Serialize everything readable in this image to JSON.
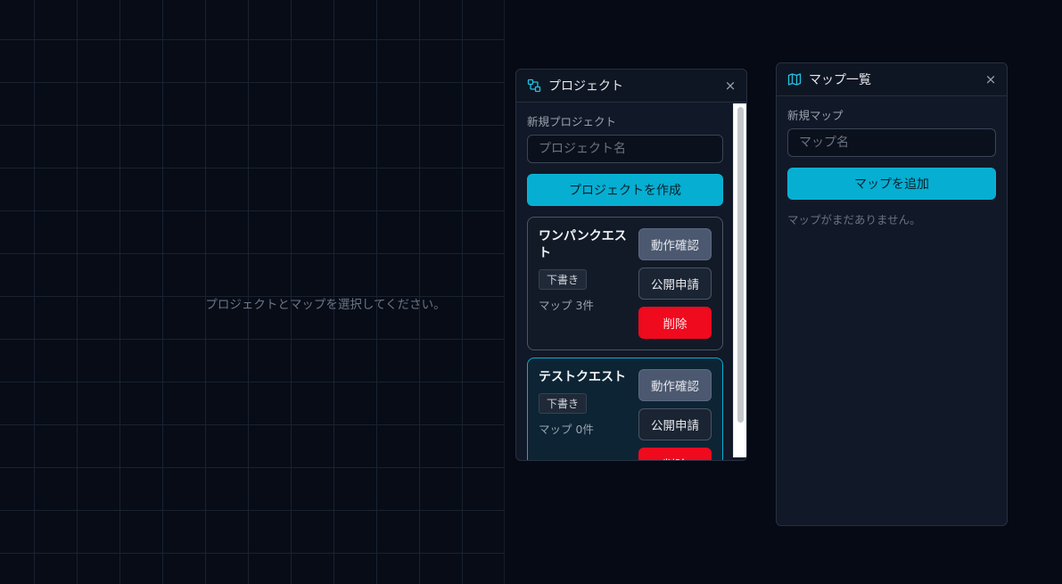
{
  "canvas": {
    "hint": "プロジェクトとマップを選択してください。"
  },
  "project_panel": {
    "title": "プロジェクト",
    "icon": "project-icon",
    "close": "×",
    "new_label": "新規プロジェクト",
    "name_placeholder": "プロジェクト名",
    "create_button": "プロジェクトを作成",
    "projects": [
      {
        "name": "ワンパンクエスト",
        "status": "下書き",
        "map_count": "マップ 3件",
        "preview": "動作確認",
        "publish": "公開申請",
        "delete": "削除",
        "selected": false
      },
      {
        "name": "テストクエスト",
        "status": "下書き",
        "map_count": "マップ 0件",
        "preview": "動作確認",
        "publish": "公開申請",
        "delete": "削除",
        "selected": true
      }
    ]
  },
  "map_panel": {
    "title": "マップ一覧",
    "icon": "map-icon",
    "close": "×",
    "new_label": "新規マップ",
    "name_placeholder": "マップ名",
    "add_button": "マップを追加",
    "empty_text": "マップがまだありません。"
  },
  "colors": {
    "accent": "#06aed2",
    "danger": "#ef0a1e",
    "background": "#060a14",
    "panel": "#111827"
  }
}
